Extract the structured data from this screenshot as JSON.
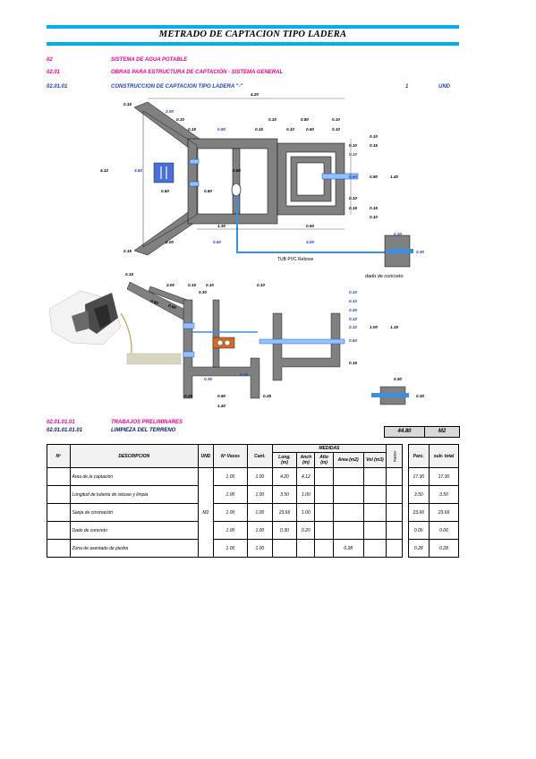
{
  "title": "METRADO DE CAPTACION TIPO LADERA",
  "items": {
    "l1": {
      "code": "02",
      "desc": "SISTEMA DE AGUA POTABLE"
    },
    "l2": {
      "code": "02.01",
      "desc": "OBRAS PARA ESTRUCTURA DE CAPTACIÓN - SISTEMA GENERAL"
    },
    "l3": {
      "code": "02.01.01",
      "desc": "CONSTRUCCION DE CAPTACION TIPO LADERA \"-\"",
      "qty": "1",
      "unit": "UND"
    },
    "l4": {
      "code": "02.01.01.01",
      "desc": "TRABAJOS PRELIMINARES"
    },
    "l5": {
      "code": "02.01.01.01.01",
      "desc": "LIMPIEZA DEL TERRENO",
      "total": "44.80",
      "unit": "M2"
    }
  },
  "plan_labels": {
    "d420": "4.20",
    "d015a": "0.15",
    "d200a": "2.00",
    "d010a": "0.10",
    "d015b": "0.15",
    "d090a": "0.90",
    "d015c": "0.15",
    "d010b": "0.10",
    "d080": "0.80",
    "d010c": "0.10",
    "d060a": "0.60",
    "d010d": "0.10",
    "d010e": "0.10",
    "d015d": "0.15",
    "d010f": "0.10",
    "d412": "4.12",
    "d382": "3.82",
    "d060b": "0.60",
    "d060c": "0.60",
    "d060d": "0.60",
    "d060e": "0.60",
    "d090b": "0.90",
    "d140": "1.40",
    "d010g": "0.10",
    "d010h": "0.10",
    "d015e": "0.15",
    "d010i": "0.10",
    "d130": "1.30",
    "d090c": "0.90",
    "d015f": "0.15",
    "d200b": "2.00",
    "d050a": "0.50",
    "d300": "3.00",
    "d030a": "0.30",
    "d030b": "0.30",
    "tub": "TUB PVC Rebose",
    "dado": "dado de concreto"
  },
  "section_labels": {
    "s015a": "0.15",
    "s200": "2.00",
    "s015b": "0.15",
    "s010a": "0.10",
    "s030a": "0.30",
    "s010b": "0.10",
    "s060a": "0.60",
    "s060b": "0.60",
    "s010c": "0.10",
    "s010d": "0.10",
    "s030b": "0.30",
    "s010e": "0.10",
    "s010f": "0.10",
    "s100": "1.00",
    "s115": "1.15",
    "s050": "0.50",
    "s015c": "0.15",
    "s035a": "0.35",
    "s035b": "0.35",
    "s025a": "0.25",
    "s090": "0.90",
    "s025b": "0.25",
    "s140": "1.40",
    "s030c": "0.30",
    "s030d": "0.30"
  },
  "table": {
    "headers": {
      "n": "Nº",
      "desc": "DESCRIPCION",
      "und": "UND",
      "veces": "Nº Veces",
      "cant": "Cant.",
      "medidas": "MEDIDAS",
      "long": "Long. (m)",
      "anch": "Anch (m)",
      "alto": "Alto (m)",
      "area": "Area (m2)",
      "vol": "Vol (m3)",
      "factor": "Factor",
      "parc": "Parc.",
      "sub": "sub- total"
    },
    "unit": "M2",
    "rows": [
      {
        "desc": "Area de la captacion",
        "veces": "1.00",
        "cant": "1.00",
        "long": "4.20",
        "anch": "4.12",
        "area": "",
        "parc": "17.30",
        "sub": "17.30"
      },
      {
        "desc": "Longitud de tuberia de rebose y limpia",
        "veces": "1.00",
        "cant": "1.00",
        "long": "3.50",
        "anch": "1.00",
        "area": "",
        "parc": "3.50",
        "sub": "3.50"
      },
      {
        "desc": "Sanja de coronación",
        "veces": "1.00",
        "cant": "1.00",
        "long": "23.66",
        "anch": "1.00",
        "area": "",
        "parc": "23.66",
        "sub": "23.66"
      },
      {
        "desc": "Dado de concreto",
        "veces": "1.00",
        "cant": "1.00",
        "long": "0.30",
        "anch": "0.20",
        "area": "",
        "parc": "0.06",
        "sub": "0.06"
      },
      {
        "desc": "Zona de asentado de piedra",
        "veces": "1.00",
        "cant": "1.00",
        "long": "",
        "anch": "",
        "area": "0.28",
        "parc": "0.28",
        "sub": "0.28"
      }
    ]
  },
  "colors": {
    "accent": "#00b0f0",
    "magenta": "#e8008a",
    "blue": "#1f3fc0",
    "concrete": "#808080"
  }
}
